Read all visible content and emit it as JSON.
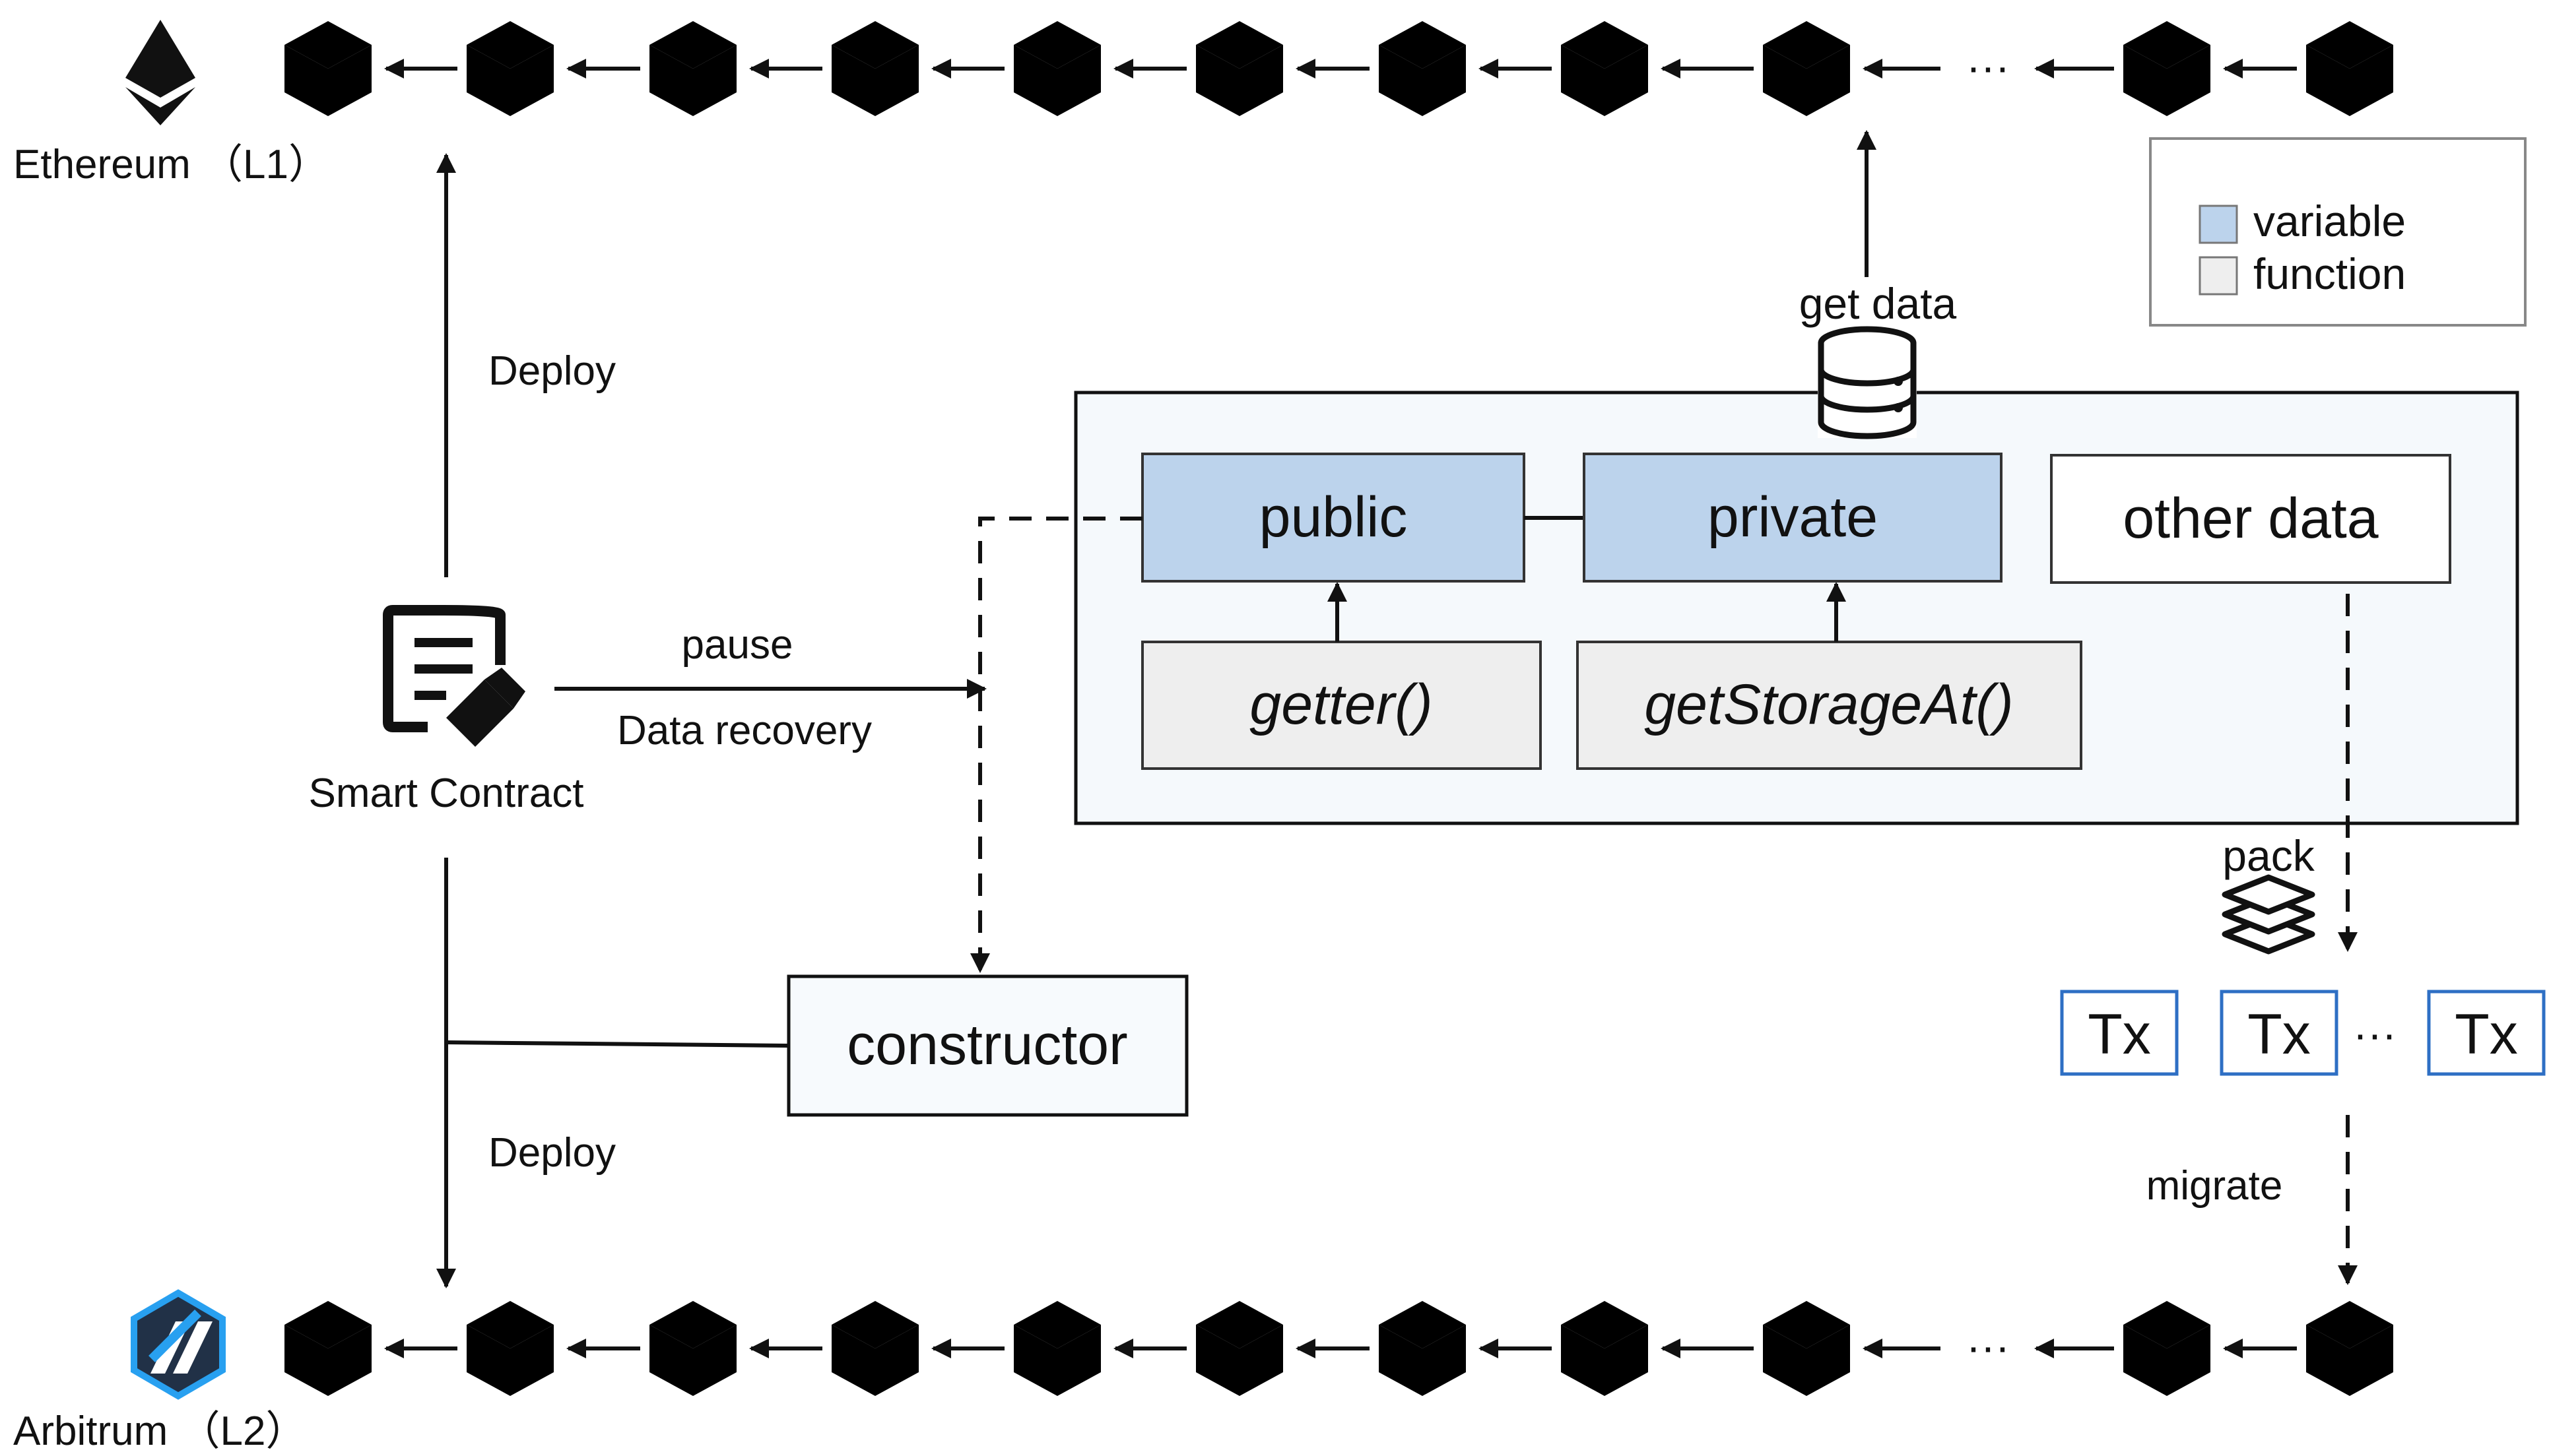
{
  "chains": {
    "l1_label": "Ethereum （L1）",
    "l2_label": "Arbitrum （L2）",
    "ellipsis": "···"
  },
  "legend": {
    "variable": "variable",
    "function": "function"
  },
  "center": {
    "public": "public",
    "private": "private",
    "other_data": "other data",
    "getter": "getter()",
    "get_storage_at": "getStorageAt()",
    "get_data": "get data"
  },
  "left": {
    "deploy_up": "Deploy",
    "deploy_down": "Deploy",
    "smart_contract": "Smart Contract",
    "pause": "pause",
    "data_recovery": "Data recovery",
    "constructor": "constructor"
  },
  "right": {
    "pack": "pack",
    "tx_items": [
      "Tx",
      "Tx",
      "Tx"
    ],
    "tx_ellipsis": "···",
    "migrate": "migrate"
  },
  "colors": {
    "variable_fill": "#bcd3ec",
    "function_fill": "#eeeeee",
    "tx_border": "#2e6fc4",
    "panel_fill": "#f5f9fc",
    "constructor_fill": "#f7fafd",
    "arbitrum_blue": "#28a0f0",
    "arbitrum_navy": "#213147"
  }
}
